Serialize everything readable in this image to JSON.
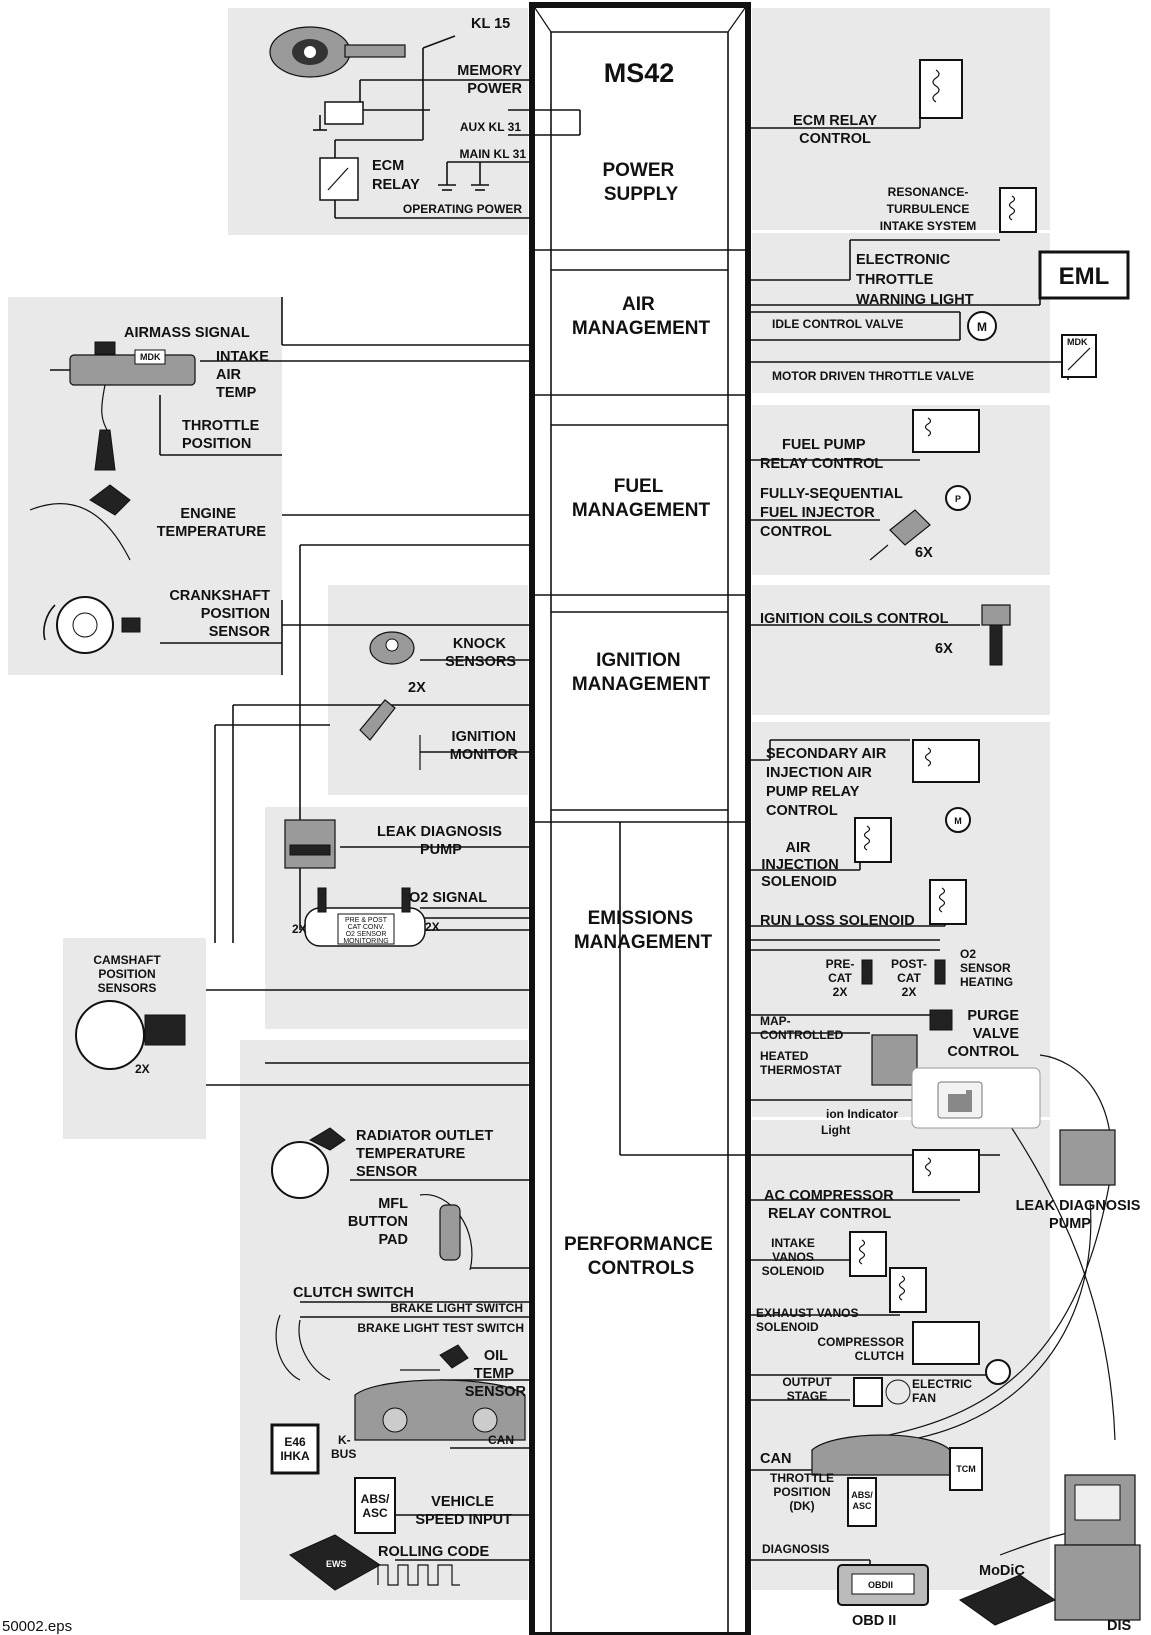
{
  "ecm": {
    "title": "MS42",
    "sections": [
      {
        "id": "power",
        "lines": [
          "POWER",
          "SUPPLY"
        ]
      },
      {
        "id": "air",
        "lines": [
          "AIR",
          "MANAGEMENT"
        ]
      },
      {
        "id": "fuel",
        "lines": [
          "FUEL",
          "MANAGEMENT"
        ]
      },
      {
        "id": "ignition",
        "lines": [
          "IGNITION",
          "MANAGEMENT"
        ]
      },
      {
        "id": "emissions",
        "lines": [
          "EMISSIONS",
          "MANAGEMENT"
        ]
      },
      {
        "id": "performance",
        "lines": [
          "PERFORMANCE",
          "CONTROLS"
        ]
      }
    ]
  },
  "left_labels": [
    {
      "id": "kl15",
      "lines": [
        "KL 15"
      ]
    },
    {
      "id": "memory-power",
      "lines": [
        "MEMORY",
        "POWER"
      ]
    },
    {
      "id": "aux-kl31",
      "lines": [
        "AUX KL 31"
      ]
    },
    {
      "id": "main-kl31",
      "lines": [
        "MAIN KL 31"
      ]
    },
    {
      "id": "ecm-relay",
      "lines": [
        "ECM",
        "RELAY"
      ]
    },
    {
      "id": "operating-power",
      "lines": [
        "OPERATING POWER"
      ]
    },
    {
      "id": "airmass-signal",
      "lines": [
        "AIRMASS SIGNAL"
      ]
    },
    {
      "id": "intake-air-temp",
      "lines": [
        "INTAKE",
        "AIR",
        "TEMP"
      ]
    },
    {
      "id": "mdk-left",
      "lines": [
        "MDK"
      ]
    },
    {
      "id": "throttle-position",
      "lines": [
        "THROTTLE",
        "POSITION"
      ]
    },
    {
      "id": "engine-temperature",
      "lines": [
        "ENGINE",
        "TEMPERATURE"
      ]
    },
    {
      "id": "crankshaft-sensor",
      "lines": [
        "CRANKSHAFT",
        "POSITION",
        "SENSOR"
      ]
    },
    {
      "id": "knock-sensors",
      "lines": [
        "KNOCK",
        "SENSORS"
      ]
    },
    {
      "id": "knock-2x",
      "lines": [
        "2X"
      ]
    },
    {
      "id": "ignition-monitor",
      "lines": [
        "IGNITION",
        "MONITOR"
      ]
    },
    {
      "id": "leak-diagnosis-pump-left",
      "lines": [
        "LEAK DIAGNOSIS",
        "PUMP"
      ]
    },
    {
      "id": "o2-signal",
      "lines": [
        "O2 SIGNAL"
      ]
    },
    {
      "id": "o2-2x-a",
      "lines": [
        "2X"
      ]
    },
    {
      "id": "o2-2x-b",
      "lines": [
        "2X"
      ]
    },
    {
      "id": "catalyst",
      "lines": [
        "PRE & POST",
        "CAT CONV.",
        "O2 SENSOR",
        "MONITORING"
      ]
    },
    {
      "id": "camshaft-sensors",
      "lines": [
        "CAMSHAFT",
        "POSITION",
        "SENSORS"
      ]
    },
    {
      "id": "cam-2x",
      "lines": [
        "2X"
      ]
    },
    {
      "id": "radiator-outlet",
      "lines": [
        "RADIATOR OUTLET",
        "TEMPERATURE",
        "SENSOR"
      ]
    },
    {
      "id": "mfl",
      "lines": [
        "MFL",
        "BUTTON",
        "PAD"
      ]
    },
    {
      "id": "clutch-switch",
      "lines": [
        "CLUTCH SWITCH"
      ]
    },
    {
      "id": "brake-light-switch",
      "lines": [
        "BRAKE LIGHT SWITCH"
      ]
    },
    {
      "id": "brake-light-test",
      "lines": [
        "BRAKE LIGHT  TEST SWITCH"
      ]
    },
    {
      "id": "oil-temp",
      "lines": [
        "OIL",
        "TEMP",
        "SENSOR"
      ]
    },
    {
      "id": "e46-ihka",
      "lines": [
        "E46",
        "IHKA"
      ]
    },
    {
      "id": "k-bus",
      "lines": [
        "K-",
        "BUS"
      ]
    },
    {
      "id": "can-left",
      "lines": [
        "CAN"
      ]
    },
    {
      "id": "abs-asc-left",
      "lines": [
        "ABS/",
        "ASC"
      ]
    },
    {
      "id": "vehicle-speed",
      "lines": [
        "VEHICLE",
        "SPEED INPUT"
      ]
    },
    {
      "id": "ews",
      "lines": [
        "EWS"
      ]
    },
    {
      "id": "rolling-code",
      "lines": [
        "ROLLING CODE"
      ]
    }
  ],
  "right_labels": [
    {
      "id": "ecm-relay-control",
      "lines": [
        "ECM RELAY",
        "CONTROL"
      ]
    },
    {
      "id": "resonance",
      "lines": [
        "RESONANCE-",
        "TURBULENCE",
        "INTAKE SYSTEM"
      ]
    },
    {
      "id": "etwl",
      "lines": [
        "ELECTRONIC",
        "THROTTLE",
        "WARNING LIGHT"
      ]
    },
    {
      "id": "eml",
      "lines": [
        "EML"
      ]
    },
    {
      "id": "idle-control",
      "lines": [
        "IDLE CONTROL VALVE"
      ]
    },
    {
      "id": "motor-m",
      "lines": [
        "M"
      ]
    },
    {
      "id": "mdk-right",
      "lines": [
        "MDK"
      ]
    },
    {
      "id": "motor-throttle",
      "lines": [
        "MOTOR DRIVEN THROTTLE VALVE"
      ]
    },
    {
      "id": "fuel-pump-relay",
      "lines": [
        "FUEL PUMP",
        "RELAY CONTROL"
      ]
    },
    {
      "id": "pump-p",
      "lines": [
        "P"
      ]
    },
    {
      "id": "injector",
      "lines": [
        "FULLY-SEQUENTIAL",
        "FUEL INJECTOR",
        "CONTROL"
      ]
    },
    {
      "id": "inj-6x",
      "lines": [
        "6X"
      ]
    },
    {
      "id": "ignition-coils",
      "lines": [
        "IGNITION COILS CONTROL"
      ]
    },
    {
      "id": "coil-6x",
      "lines": [
        "6X"
      ]
    },
    {
      "id": "secondary-air",
      "lines": [
        "SECONDARY AIR",
        "INJECTION AIR",
        "PUMP RELAY",
        "CONTROL"
      ]
    },
    {
      "id": "air-pump-m",
      "lines": [
        "M"
      ]
    },
    {
      "id": "air-injection",
      "lines": [
        "AIR",
        "INJECTION",
        "SOLENOID"
      ]
    },
    {
      "id": "run-loss",
      "lines": [
        "RUN LOSS SOLENOID"
      ]
    },
    {
      "id": "pre-cat",
      "lines": [
        "PRE-",
        "CAT",
        "2X"
      ]
    },
    {
      "id": "post-cat",
      "lines": [
        "POST-",
        "CAT",
        "2X"
      ]
    },
    {
      "id": "o2-heating",
      "lines": [
        "O2",
        "SENSOR",
        "HEATING"
      ]
    },
    {
      "id": "map-thermostat",
      "lines": [
        "MAP-",
        "CONTROLLED",
        "HEATED",
        "THERMOSTAT"
      ]
    },
    {
      "id": "purge-valve",
      "lines": [
        "PURGE",
        "VALVE",
        "CONTROL"
      ]
    },
    {
      "id": "mil",
      "lines": [
        "ion Indicator",
        "Light"
      ]
    },
    {
      "id": "leak-diagnosis-pump-right",
      "lines": [
        "LEAK DIAGNOSIS",
        "PUMP"
      ]
    },
    {
      "id": "ac-compressor",
      "lines": [
        "AC COMPRESSOR",
        "RELAY CONTROL"
      ]
    },
    {
      "id": "intake-vanos",
      "lines": [
        "INTAKE",
        "VANOS",
        "SOLENOID"
      ]
    },
    {
      "id": "exhaust-vanos",
      "lines": [
        "EXHAUST  VANOS",
        "SOLENOID"
      ]
    },
    {
      "id": "compressor-clutch",
      "lines": [
        "COMPRESSOR",
        "CLUTCH"
      ]
    },
    {
      "id": "output-stage",
      "lines": [
        "OUTPUT",
        "STAGE"
      ]
    },
    {
      "id": "electric-fan",
      "lines": [
        "ELECTRIC",
        "FAN"
      ]
    },
    {
      "id": "can-right",
      "lines": [
        "CAN"
      ]
    },
    {
      "id": "tcm",
      "lines": [
        "TCM"
      ]
    },
    {
      "id": "throttle-dk",
      "lines": [
        "THROTTLE",
        "POSITION",
        "(DK)"
      ]
    },
    {
      "id": "abs-asc-right",
      "lines": [
        "ABS/",
        "ASC"
      ]
    },
    {
      "id": "diagnosis",
      "lines": [
        "DIAGNOSIS"
      ]
    },
    {
      "id": "modic",
      "lines": [
        "MoDiC"
      ]
    },
    {
      "id": "obd2",
      "lines": [
        "OBD II"
      ]
    },
    {
      "id": "obd-device",
      "lines": [
        "OBDII"
      ]
    },
    {
      "id": "dis",
      "lines": [
        "DIS"
      ]
    }
  ],
  "footer": {
    "filename": "50002.eps"
  }
}
